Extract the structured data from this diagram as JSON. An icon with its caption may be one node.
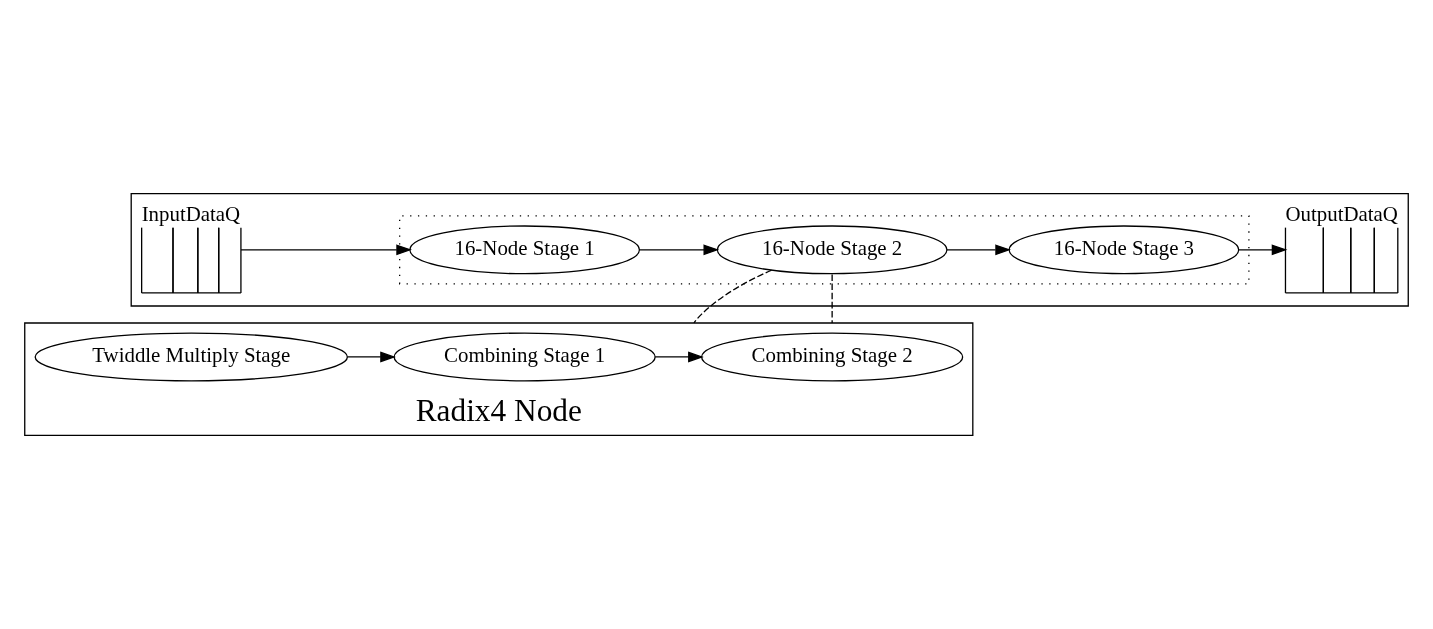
{
  "diagram": {
    "nodes": [
      {
        "text": [],
        "shape": "box"
      },
      {
        "text": [
          "InputDataQ"
        ],
        "in": 0
      },
      {
        "text": [],
        "shape": "box",
        "in": 0
      },
      {
        "text": [
          "16-Node Stage 1"
        ],
        "in": 2
      },
      {
        "text": [
          "16-Node Stage 2"
        ],
        "in": 2
      },
      {
        "text": [
          "16-Node Stage 3"
        ],
        "in": 2
      },
      {
        "text": [
          "OutputDataQ"
        ],
        "in": 0
      },
      {
        "text": [
          "Radix4 Node"
        ]
      },
      {
        "text": [
          "Twiddle Multiply Stage"
        ],
        "in": 7
      },
      {
        "text": [
          "Combining Stage 1"
        ],
        "in": 7
      },
      {
        "text": [
          "Combining Stage 2"
        ],
        "in": 7
      }
    ],
    "edges": [
      {
        "from": 1,
        "to": 3,
        "arrow": "to"
      },
      {
        "from": 3,
        "to": 4,
        "arrow": "to"
      },
      {
        "from": 4,
        "to": 5,
        "arrow": "to"
      },
      {
        "from": 5,
        "to": 6,
        "arrow": "to"
      },
      {
        "from": 4,
        "to": 7,
        "arrow": "none",
        "style": "dashed"
      },
      {
        "from": 4,
        "to": 7,
        "arrow": "none",
        "style": "dashed"
      },
      {
        "from": 8,
        "to": 9,
        "arrow": "to"
      },
      {
        "from": 9,
        "to": 10,
        "arrow": "to"
      }
    ]
  }
}
